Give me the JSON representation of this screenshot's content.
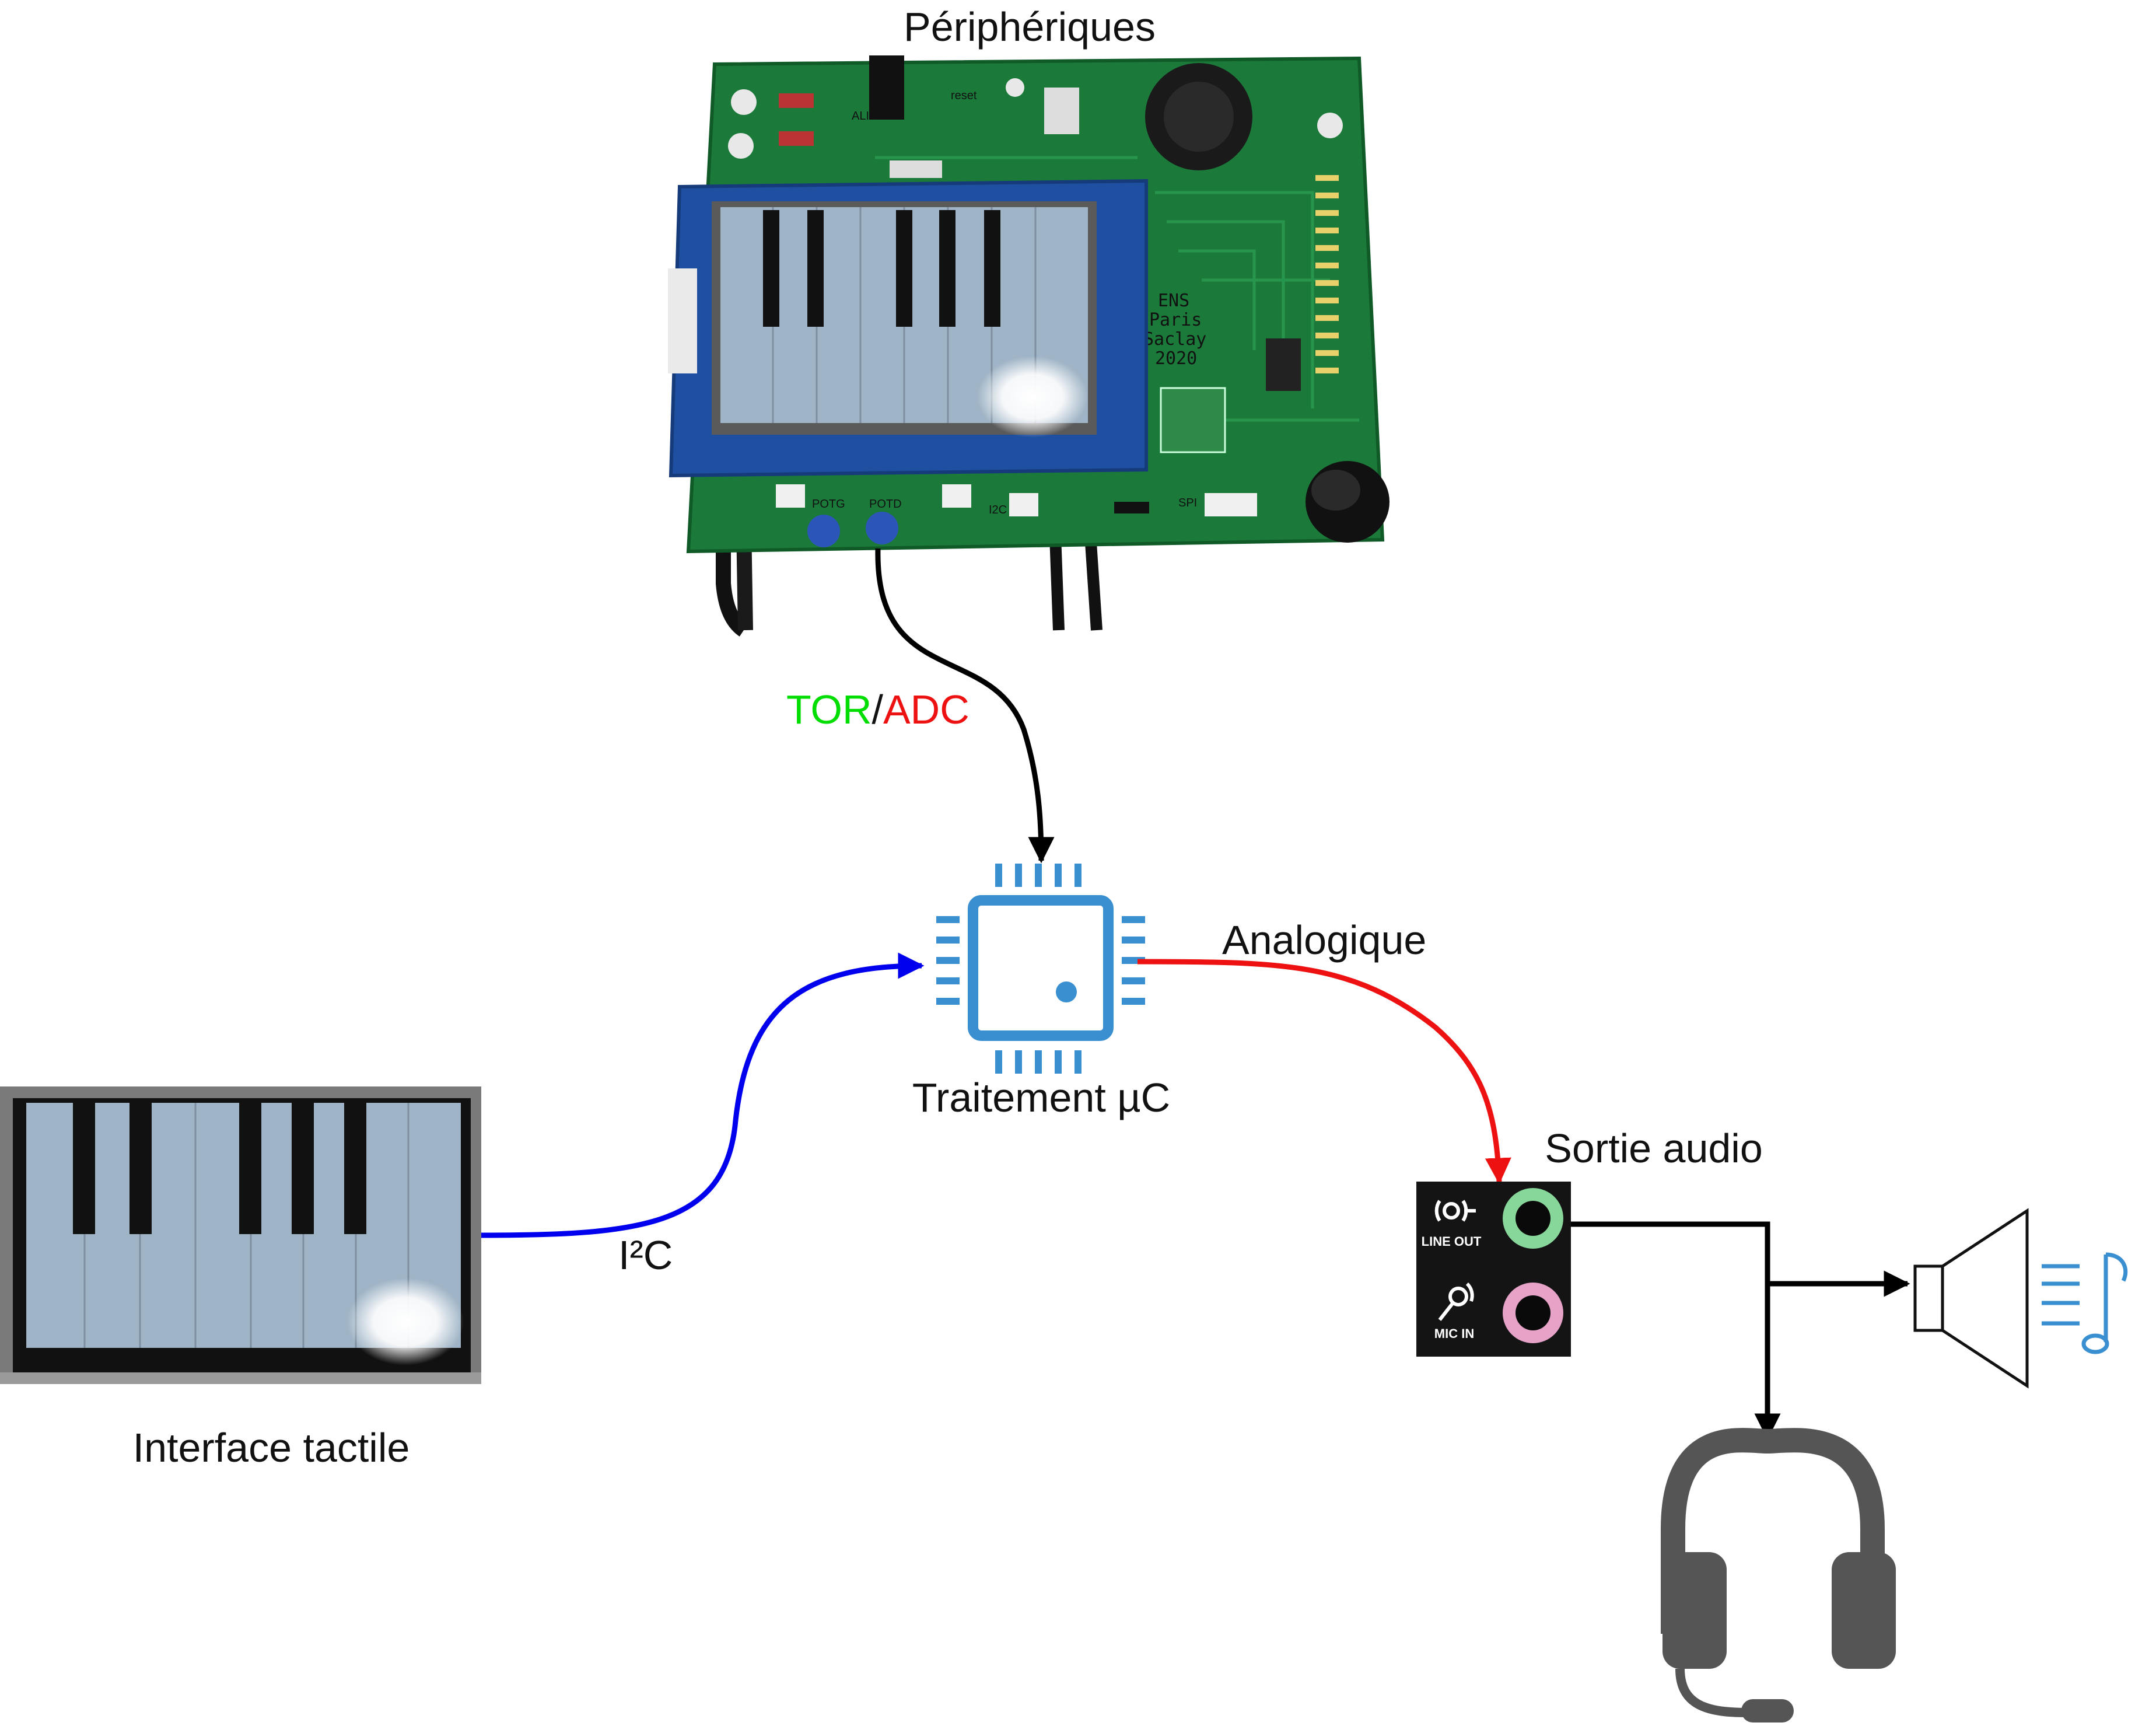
{
  "labels": {
    "peripherals": "Périphériques",
    "processing": "Traitement µC",
    "audio_out": "Sortie audio",
    "touch_interface": "Interface tactile"
  },
  "connections": {
    "tor": "TOR",
    "slash": "/",
    "adc": "ADC",
    "analog": "Analogique",
    "i2c": "I²C"
  },
  "board": {
    "silkscreen_lines": [
      "ENS",
      "Paris",
      "Saclay",
      "2020"
    ],
    "jack_labels": [
      "POTG",
      "POTD",
      "I2C",
      "SPI"
    ],
    "top_labels": [
      "ALIM",
      "reset"
    ]
  },
  "audio_panel": {
    "line_out_label": "LINE OUT",
    "mic_in_label": "MIC IN"
  },
  "colors": {
    "tor": "#00dd00",
    "adc": "#ee1111",
    "analog": "#ee1111",
    "i2c": "#0000ee",
    "chip": "#3a8fd0",
    "pcb": "#1b7a3a",
    "lcd_bezel": "#1e4fa0",
    "screen": "#9fb4c6",
    "headset": "#555555",
    "jack_green": "#88d79a",
    "jack_pink": "#e7a2c8",
    "music_note": "#3a8fd0"
  },
  "icons": [
    "microcontroller-icon",
    "audio-jack-panel-icon",
    "speaker-icon",
    "music-note-icon",
    "headset-icon"
  ]
}
